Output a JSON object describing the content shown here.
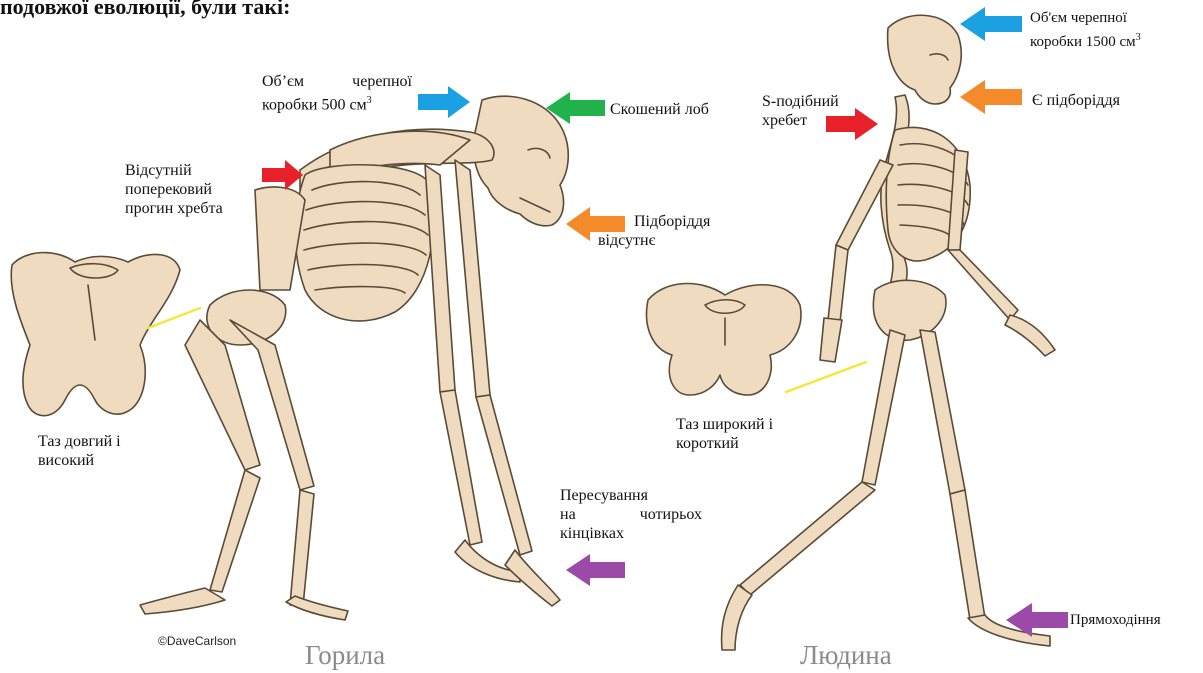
{
  "top_text": "подовжої еволюції, були такі:",
  "captions": {
    "gorilla": "Горила",
    "human": "Людина",
    "credit": "©DaveCarlson"
  },
  "gorilla_labels": {
    "cranial_l1": "Об’єм черепної",
    "cranial_l2": "коробки 500 см",
    "cranial_sup": "3",
    "forehead": "Скошений лоб",
    "lumbar_l1": "Відсутній",
    "lumbar_l2": "поперековий",
    "lumbar_l3": "прогин хребта",
    "chin_l1": "Підборіддя",
    "chin_l2": "відсутнє",
    "pelvis_l1": "Таз довгий і",
    "pelvis_l2": "високий",
    "move_l1": "Пересування",
    "move_l2": "на чотирьох",
    "move_l3": "кінцівках"
  },
  "human_labels": {
    "cranial_l1": "Об'єм черепної",
    "cranial_l2": "коробки 1500 см",
    "cranial_sup": "3",
    "chin": "Є підборіддя",
    "spine_l1": "S-подібний",
    "spine_l2": "хребет",
    "pelvis_l1": "Таз широкий і",
    "pelvis_l2": "короткий",
    "walk": "Прямоходіння"
  },
  "arrow_colors": {
    "blue": "#1ba1e2",
    "green": "#22b24c",
    "red": "#e8202a",
    "orange": "#f58a2a",
    "purple": "#9b4aa7"
  },
  "bone_color": "#efdcc0",
  "pointer_line_color": "#f3e83a"
}
